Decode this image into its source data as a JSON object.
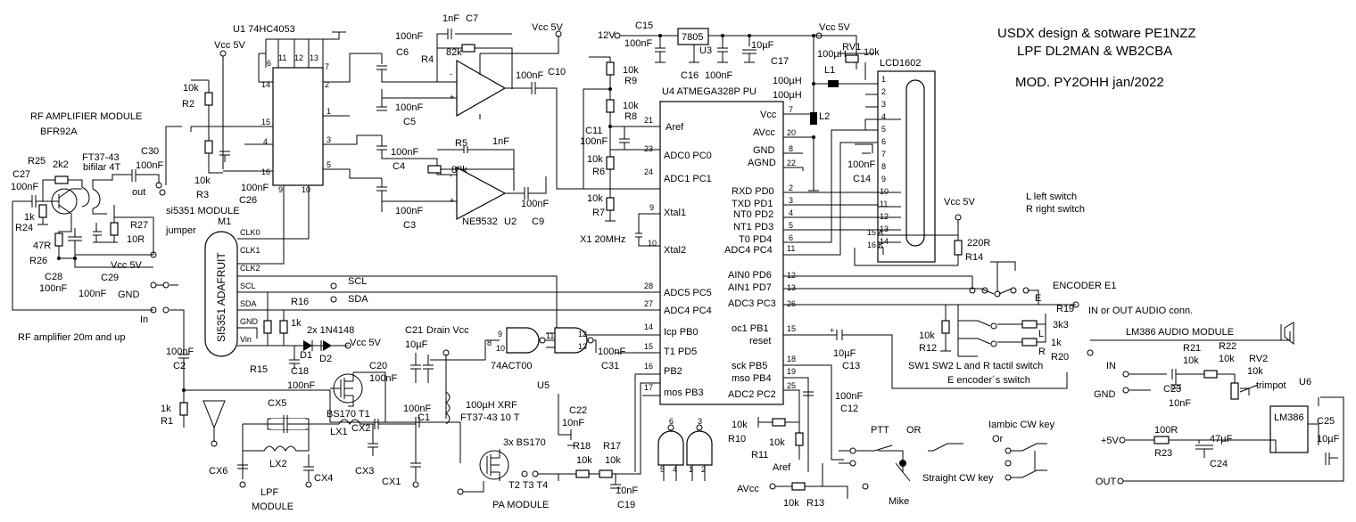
{
  "header": {
    "title1": "USDX design & sotware PE1NZZ",
    "title2": "LPF DL2MAN & WB2CBA",
    "title3": "MOD. PY2OHH jan/2022"
  },
  "labels": {
    "rf_amp_title": "RF AMPLIFIER MODULE",
    "bfr92a": "BFR92A",
    "r25": "R25",
    "r25v": "2k2",
    "ft3743a": "FT37-43",
    "bifilar": "bifilar 4T",
    "c27": "C27",
    "c27v": "100nF",
    "c30": "C30",
    "c30v": "100nF",
    "out": "out",
    "r24": "R24",
    "r24v": "1k",
    "r26": "R26",
    "r26v": "47R",
    "r27": "R27",
    "r27v": "10R",
    "c28": "C28",
    "c28v": "100nF",
    "c29": "C29",
    "c29v": "100nF",
    "vcc5": "Vcc 5V",
    "gnd": "GND",
    "in": "In",
    "rf_amp_20m": "RF amplifier 20m and up",
    "u1": "U1 74HC4053",
    "r2": "R2",
    "r2v": "10k",
    "r3": "R3",
    "r3v": "10k",
    "c26": "C26",
    "c26v": "100nF",
    "si5351_module": "si5351 MODULE",
    "m1": "M1",
    "jumper": "jumper",
    "adafruit": "SI5351 ADAFRUIT",
    "clk0": "CLK0",
    "clk1": "CLK1",
    "clk2": "CLK2",
    "scl": "SCL",
    "sda": "SDA",
    "gnd_pin": "GND",
    "vin": "Vin",
    "scl_net": "SCL",
    "sda_net": "SDA",
    "r16": "R16",
    "r15": "R15",
    "r15v": "1k",
    "d1": "D1",
    "d2": "D2",
    "diodes": "2x 1N4148",
    "vcc5d": "Vcc 5V",
    "c18": "C18",
    "c18v": "100nF",
    "c2": "C2",
    "c2v": "100nF",
    "r1": "R1",
    "r1v": "1k",
    "c6": "C6",
    "c6v": "100nF",
    "c7": "C7",
    "c7v": "1nF",
    "r4": "R4",
    "r4v": "82k",
    "c5": "C5",
    "c5v": "100nF",
    "c4": "C4",
    "c4v": "100nF",
    "c3": "C3",
    "c3v": "100nF",
    "r5": "R5",
    "r5v": "82k",
    "c_r5": "1nF",
    "c10": "C10",
    "c10v": "100nF",
    "c9": "C9",
    "c9v": "100nF",
    "ne5532": "NE5532",
    "u2": "U2",
    "vcc5op": "Vcc 5V",
    "v12": "12V",
    "c15": "C15",
    "c15v": "100nF",
    "u3": "U3",
    "u3v": "7805",
    "c16": "C16",
    "c16v": "100nF",
    "c17": "C17",
    "c17v": "10µF",
    "vcc5r": "Vcc 5V",
    "r9": "R9",
    "r9v": "10k",
    "r8": "R8",
    "r8v": "10k",
    "c11": "C11",
    "c11v": "100nF",
    "r6": "R6",
    "r6v": "10k",
    "r7": "R7",
    "r7v": "10k",
    "x1": "X1 20MHz",
    "u4": "U4  ATMEGA328P PU",
    "aref": "Aref",
    "adc0": "ADC0 PC0",
    "adc1": "ADC1 PC1",
    "xtal1": "Xtal1",
    "xtal2": "Xtal2",
    "adc5": "ADC5 PC5",
    "adc4": "ADC4 PC4",
    "icp": "Icp PB0",
    "t1": "T1 PD5",
    "pb2": "PB2",
    "mos": "mos PB3",
    "vcc": "Vcc",
    "avcc": "AVcc",
    "gnd_u4": "GND",
    "agnd": "AGND",
    "rxd": "RXD PD0",
    "txd": "TXD PD1",
    "nt0": "NT0 PD2",
    "nt1": "NT1 PD3",
    "t0": "T0 PD4",
    "adc4b": "ADC4 PC4",
    "ain0": "AIN0 PD6",
    "ain1": "AIN1 PD7",
    "adc3": "ADC3 PC3",
    "oc1": "oc1 PB1",
    "reset": "reset",
    "sck": "sck PB5",
    "mso": "mso PB4",
    "adc2": "ADC2 PC2",
    "p7": "7",
    "p20": "20",
    "p8": "8",
    "p22": "22",
    "p2": "2",
    "p3": "3",
    "p4": "4",
    "p5": "5",
    "p6": "6",
    "p11": "11",
    "p12": "12",
    "p13": "13",
    "p26": "26",
    "p21": "21",
    "p23": "23",
    "p24": "24",
    "p9": "9",
    "p10": "10",
    "p28": "28",
    "p27": "27",
    "p14": "14",
    "p15": "15",
    "p16": "16",
    "p17": "17",
    "p18": "18",
    "p19": "19",
    "p25": "25",
    "l1": "L1",
    "l1v": "100µH",
    "l2": "L2",
    "l2v": "100µH",
    "rv1": "RV1",
    "rv1v": "10k",
    "lcd": "LCD1602",
    "c14": "C14",
    "c14v": "100nF",
    "lcd_a": "15 A",
    "lcd_k": "16 K",
    "vcc5lcd": "Vcc 5V",
    "r14": "R14",
    "r14v": "220R",
    "l_switch": "L left switch",
    "r_switch": "R right switch",
    "encoder": "ENCODER  E1",
    "e": "E",
    "l": "L",
    "r": "R",
    "r19": "R19",
    "r19v": "3k3",
    "r12": "R12",
    "r12v": "10k",
    "r20": "R20",
    "r20v": "1k",
    "sw_note1": "SW1 SW2   L and R tactil switch",
    "sw_note2": "E encoder´s switch",
    "c13": "C13",
    "c13v": "10µF",
    "c12": "C12",
    "c12v": "100nF",
    "r10": "R10",
    "r10v": "10k",
    "r11": "R11",
    "r11v": "10k",
    "aref2": "Aref",
    "avcc2": "AVcc",
    "r13": "R13",
    "r13v": "10k",
    "ptt": "PTT",
    "or1": "OR",
    "iambic": "Iambic CW key",
    "or2": "Or",
    "straight": "Straight CW key",
    "mike": "Mike",
    "audio_conn": "IN or OUT  AUDIO conn.",
    "lm386_module": "LM386 AUDIO MODULE",
    "in_a": "IN",
    "gnd_a": "GND",
    "r21": "R21",
    "r21v": "10k",
    "r22": "R22",
    "r22v": "10k",
    "rv2": "RV2",
    "rv2v": "10k",
    "trimpot": "trimpot",
    "u6": "U6",
    "lm386": "LM386",
    "c23": "C23",
    "c23v": "10nF",
    "c25": "C25",
    "c25v": "10µF",
    "p5v": "+5V",
    "r23": "R23",
    "r23v": "100R",
    "c24": "C24",
    "c24v": "47µF",
    "out_a": "OUT",
    "c21": "C21",
    "c21v": "10µF",
    "drain": "Drain Vcc",
    "c20": "C20",
    "c20v": "100nF",
    "u5g": "74ACT00",
    "u5": "U5",
    "c31": "C31",
    "c31v": "100nF",
    "bs170t1": "BS170 T1",
    "c1": "C1",
    "c1v": "100nF",
    "xrf": "100µH  XRF",
    "ft3743b": "FT37-43  10 T",
    "c22": "C22",
    "c22v": "10nF",
    "bs170x3": "3x BS170",
    "t2t3t4": "T2 T3 T4",
    "r18": "R18",
    "r18v": "10k",
    "r17": "R17",
    "r17v": "10k",
    "c19": "C19",
    "c19v": "10nF",
    "pa_module": "PA MODULE",
    "cx5": "CX5",
    "lx1": "LX1",
    "cx2": "CX2",
    "cx3": "CX3",
    "cx6": "CX6",
    "lx2": "LX2",
    "cx4": "CX4",
    "cx1": "CX1",
    "lpf": "LPF",
    "lpf_mod": "MODULE",
    "u1p6": "6",
    "u1p11": "11",
    "u1p12": "12",
    "u1p13": "13",
    "u1p7": "7",
    "u1p14": "14",
    "u1p2": "2",
    "u1p15": "15",
    "u1p4": "4",
    "u1p1": "1",
    "u1p3": "3",
    "u1p16": "16",
    "u1p5": "5",
    "u1p9": "9",
    "u1p10": "10"
  }
}
